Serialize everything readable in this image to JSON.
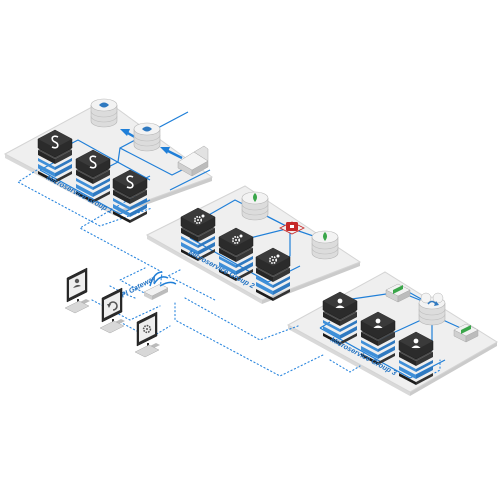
{
  "groups": [
    {
      "label": "Microservice Group 1",
      "node_icon": "s-logo-icon",
      "store_icon": "database-icon"
    },
    {
      "label": "Microservice Group 2",
      "node_icon": "gear-icon",
      "store_icon": "mongodb-icon"
    },
    {
      "label": "Microservice Group 3",
      "node_icon": "user-icon",
      "store_icon": "network-switch-icon"
    }
  ],
  "gateway": {
    "label": "API Gateway"
  },
  "clients": {
    "count": 3,
    "icons": [
      "user-icon",
      "refresh-icon",
      "settings-icon"
    ]
  },
  "colors": {
    "accent": "#1f7fd8",
    "server_dark": "#2b2b2b",
    "server_stripe": "#3f8fd8",
    "platform": "#efefef",
    "mongo_leaf": "#3aa64a",
    "security_red": "#c62828"
  }
}
